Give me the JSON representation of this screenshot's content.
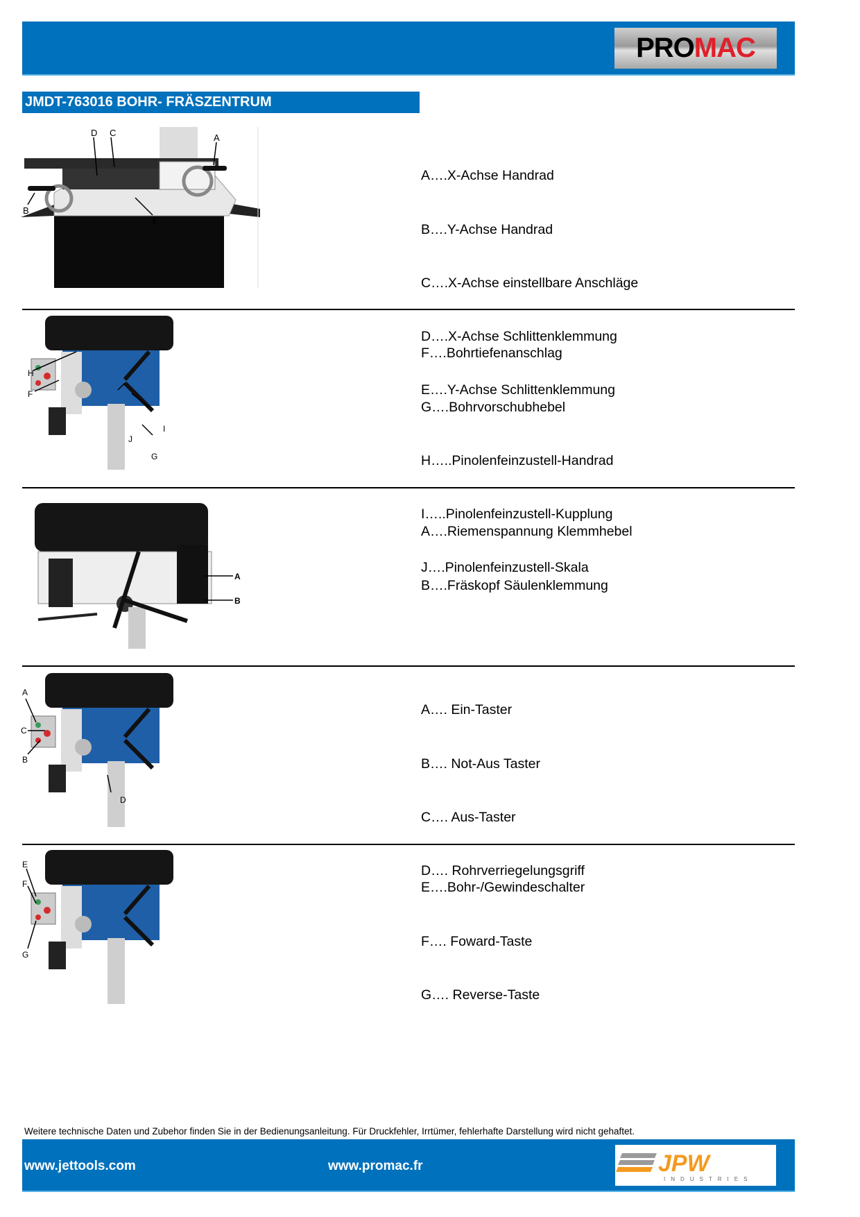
{
  "header": {
    "brand_logo": "PROMAC",
    "brand_logo_part1": "PRO",
    "brand_logo_part2": "MAC"
  },
  "title": "JMDT-763016 BOHR- FRÄSZENTRUM",
  "sections": [
    {
      "items": [
        "A….X-Achse Handrad",
        "B….Y-Achse Handrad",
        "C….X-Achse einstellbare Anschläge",
        "D….X-Achse Schlittenklemmung",
        "E….Y-Achse Schlittenklemmung"
      ],
      "callouts": [
        "A",
        "B",
        "C",
        "D",
        "E"
      ]
    },
    {
      "items": [
        "F….Bohrtiefenanschlag",
        "G….Bohrvorschubhebel",
        "H…..Pinolenfeinzustell-Handrad",
        "I…..Pinolenfeinzustell-Kupplung",
        "J….Pinolenfeinzustell-Skala"
      ],
      "callouts": [
        "F",
        "G",
        "H",
        "I",
        "J"
      ]
    },
    {
      "items": [
        "A….Riemenspannung Klemmhebel",
        "B….Fräskopf Säulenklemmung"
      ],
      "callouts": [
        "A",
        "B"
      ]
    },
    {
      "items": [
        "A…. Ein-Taster",
        "B…. Not-Aus Taster",
        "C…. Aus-Taster",
        "D…. Rohrverriegelungsgriff"
      ],
      "callouts": [
        "A",
        "B",
        "C",
        "D"
      ]
    },
    {
      "items": [
        "E….Bohr-/Gewindeschalter",
        "F…. Foward-Taste",
        "G…. Reverse-Taste"
      ],
      "callouts": [
        "E",
        "F",
        "G"
      ]
    }
  ],
  "footer": {
    "note": "Weitere technische Daten und Zubehor finden Sie in der Bedienungsanleitung. Für Druckfehler, Irrtümer, fehlerhafte Darstellung wird nicht gehaftet.",
    "url1": "www.jettools.com",
    "url2": "www.promac.fr",
    "jpw_logo": "JPW",
    "jpw_sub": "INDUSTRIES"
  },
  "colors": {
    "brand_blue": "#0071bc",
    "promac_red": "#e0202a",
    "jpw_orange": "#f39a1f"
  }
}
